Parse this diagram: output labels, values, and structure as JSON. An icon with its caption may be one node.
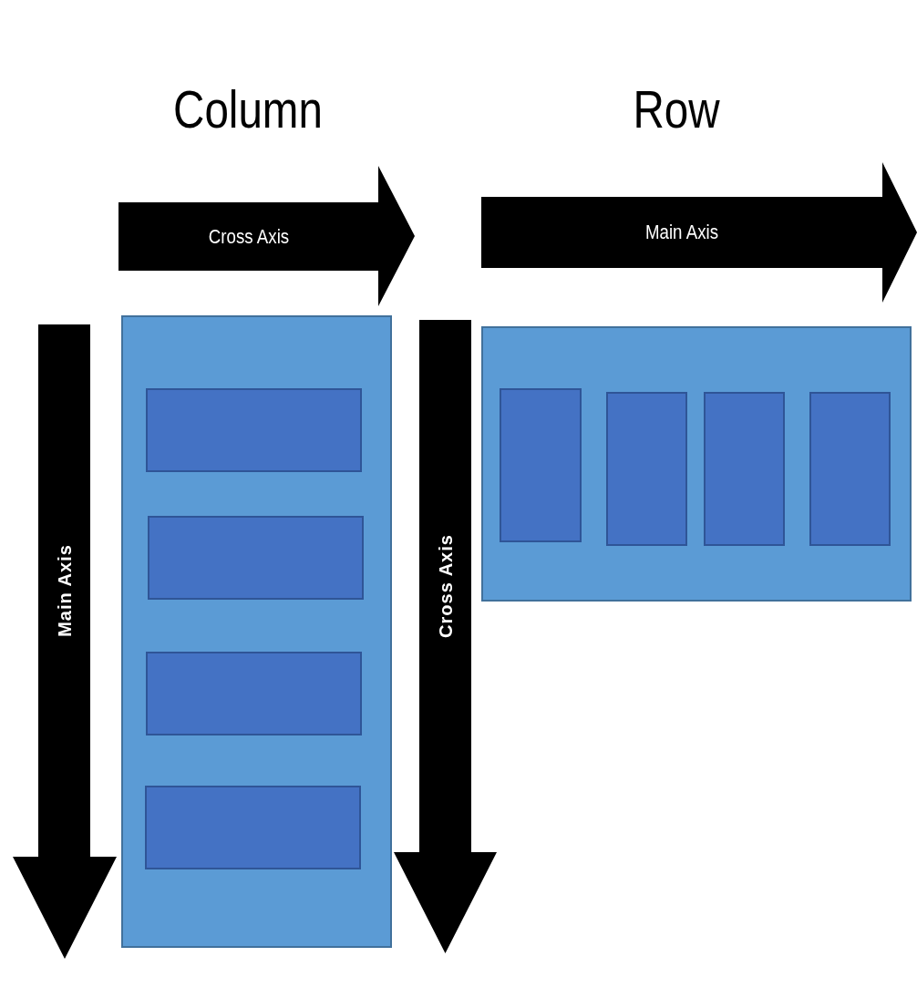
{
  "diagram": {
    "nodes": [
      {
        "text": [
          "Cross Axis"
        ]
      },
      {
        "text": [
          "Main Axis"
        ]
      },
      {
        "text": [
          "Main Axis"
        ]
      },
      {
        "text": [],
        "shape": "box"
      },
      {
        "text": [],
        "shape": "box",
        "in": 3
      },
      {
        "text": [],
        "shape": "box",
        "in": 3
      },
      {
        "text": [],
        "shape": "box",
        "in": 3
      },
      {
        "text": [],
        "shape": "box",
        "in": 3
      },
      {
        "text": [
          "Cross Axis"
        ]
      },
      {
        "text": [],
        "shape": "box"
      },
      {
        "text": [],
        "shape": "box",
        "in": 9
      },
      {
        "text": [],
        "shape": "box",
        "in": 9
      },
      {
        "text": [],
        "shape": "box",
        "in": 9
      },
      {
        "text": [],
        "shape": "box",
        "in": 9
      }
    ],
    "labels": [
      "Column",
      "Row"
    ]
  }
}
